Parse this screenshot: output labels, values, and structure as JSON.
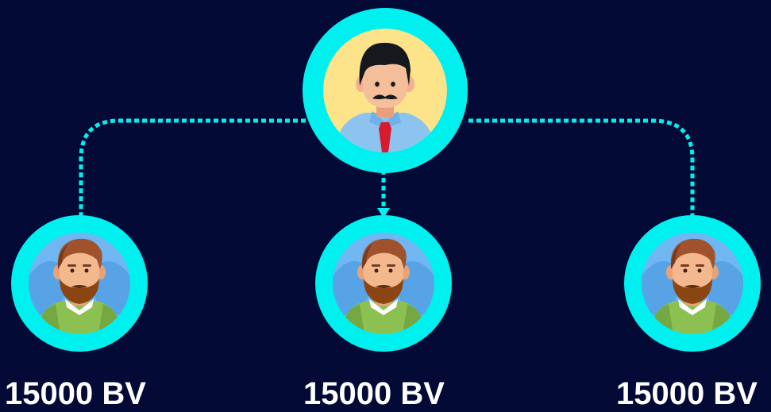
{
  "colors": {
    "background": "#030a35",
    "accent": "#00f0f0",
    "label_text": "#ffffff"
  },
  "root": {
    "icon": "businessman-avatar-icon"
  },
  "children": [
    {
      "icon": "bearded-man-avatar-icon",
      "label": "15000 BV"
    },
    {
      "icon": "bearded-man-avatar-icon",
      "label": "15000 BV"
    },
    {
      "icon": "bearded-man-avatar-icon",
      "label": "15000 BV"
    }
  ]
}
